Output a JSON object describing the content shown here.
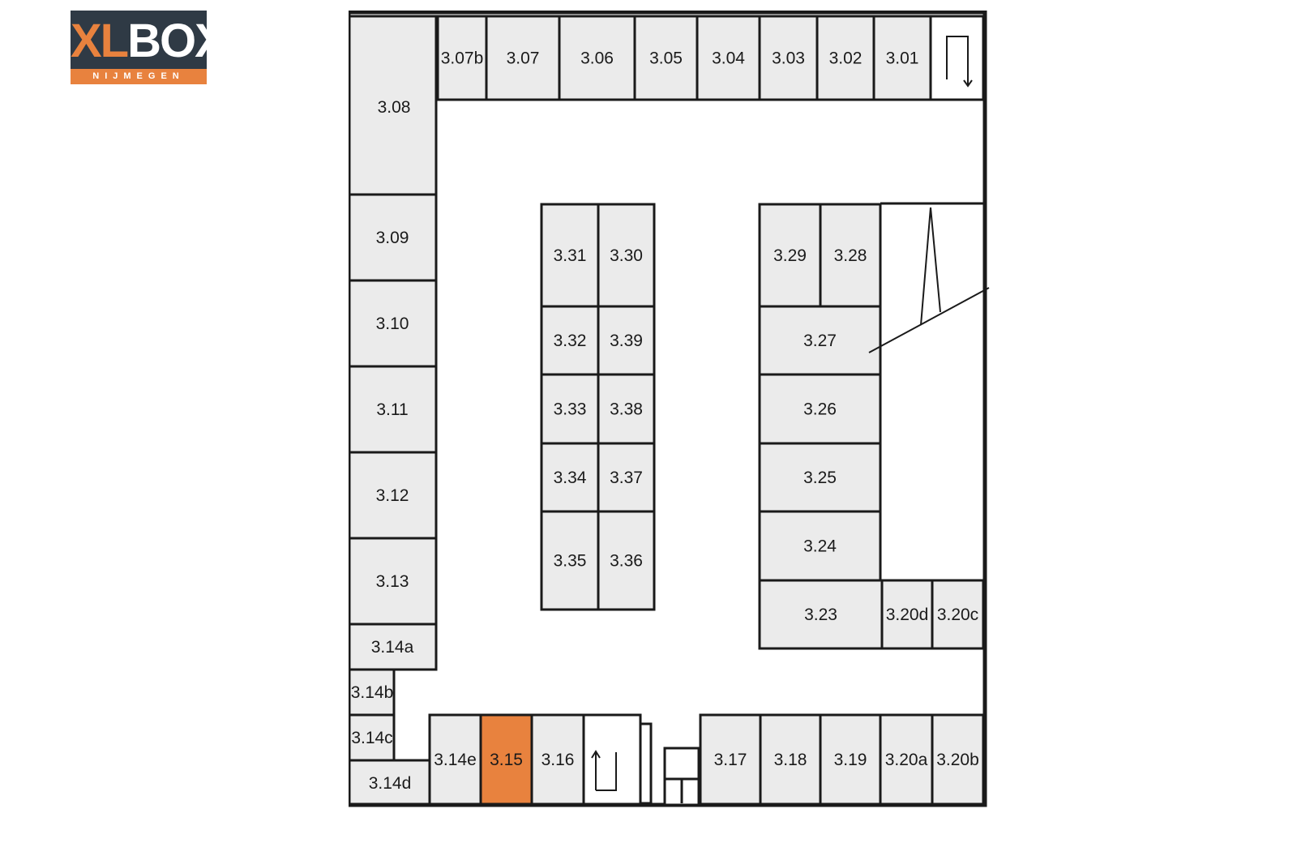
{
  "logo": {
    "brand_xl": "XL",
    "brand_box": "BOX",
    "location": "NIJMEGEN"
  },
  "colors": {
    "unit_fill": "#ebebeb",
    "highlight_fill": "#e8823e",
    "highlight_text": "#ffffff",
    "wall": "#1a1a1a",
    "brand_dark": "#2f3a45"
  },
  "floor": {
    "highlighted_unit": "3.15",
    "units": [
      "3.01",
      "3.02",
      "3.03",
      "3.04",
      "3.05",
      "3.06",
      "3.07",
      "3.07b",
      "3.08",
      "3.09",
      "3.10",
      "3.11",
      "3.12",
      "3.13",
      "3.14a",
      "3.14b",
      "3.14c",
      "3.14d",
      "3.14e",
      "3.15",
      "3.16",
      "3.17",
      "3.18",
      "3.19",
      "3.20a",
      "3.20b",
      "3.20c",
      "3.20d",
      "3.23",
      "3.24",
      "3.25",
      "3.26",
      "3.27",
      "3.28",
      "3.29",
      "3.30",
      "3.31",
      "3.32",
      "3.33",
      "3.34",
      "3.35",
      "3.36",
      "3.37",
      "3.38",
      "3.39"
    ],
    "stairs": [
      {
        "id": "stairs-top",
        "arrow": "down"
      },
      {
        "id": "stairs-bottom",
        "arrow": "up"
      }
    ]
  }
}
